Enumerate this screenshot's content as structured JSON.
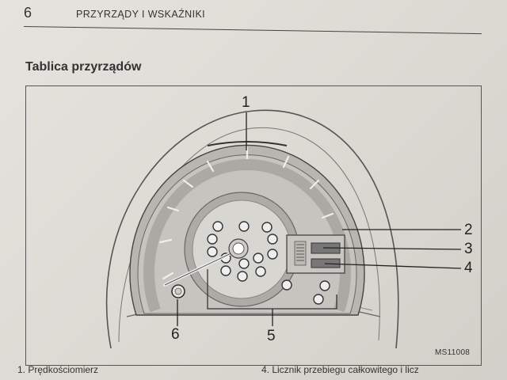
{
  "header": {
    "page_number": "6",
    "section": "PRZYRZĄDY I WSKAŹNIKI"
  },
  "title": "Tablica przyrządów",
  "figure": {
    "id": "MS11008",
    "callouts": [
      "1",
      "2",
      "3",
      "4",
      "5",
      "6"
    ]
  },
  "captions": {
    "left": "1. Prędkościomierz",
    "right": "4.  Licznik przebiegu całkowitego i licz"
  }
}
